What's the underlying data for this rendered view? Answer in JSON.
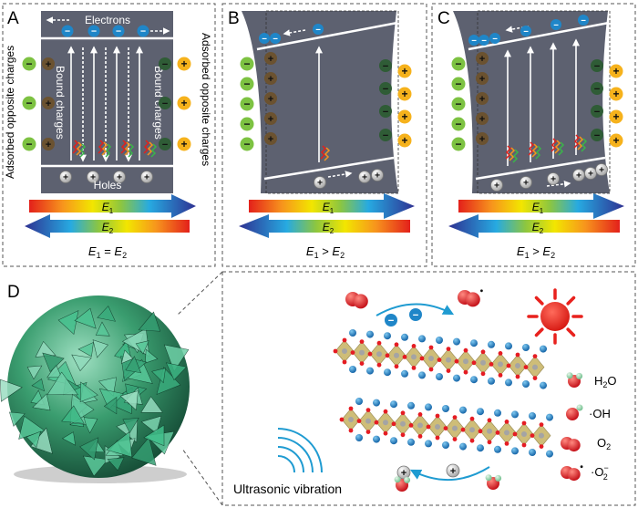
{
  "panels": {
    "a": {
      "letter": "A",
      "electrons": "Electrons",
      "holes": "Holes",
      "bound_left": "Bound charges",
      "bound_right": "Bound charges",
      "adsorbed_left": "Adsorbed opposite charges",
      "adsorbed_right": "Adsorbed opposite charges",
      "field1_base": "E",
      "field1_sub": "1",
      "field2_base": "E",
      "field2_sub": "2",
      "relation": {
        "a": "E",
        "a_sub": "1",
        "op": " = ",
        "b": "E",
        "b_sub": "2"
      }
    },
    "b": {
      "letter": "B",
      "field1_base": "E",
      "field1_sub": "1",
      "field2_base": "E",
      "field2_sub": "2",
      "relation": {
        "a": "E",
        "a_sub": "1",
        "op": " > ",
        "b": "E",
        "b_sub": "2"
      }
    },
    "c": {
      "letter": "C",
      "field1_base": "E",
      "field1_sub": "1",
      "field2_base": "E",
      "field2_sub": "2",
      "relation": {
        "a": "E",
        "a_sub": "1",
        "op": " > ",
        "b": "E",
        "b_sub": "2"
      }
    },
    "d": {
      "letter": "D",
      "ultrasonic": "Ultrasonic vibration",
      "legend": {
        "h2o": {
          "base": "H",
          "sub": "2",
          "rest": "O"
        },
        "oh": "·OH",
        "o2": {
          "base": "O",
          "sub": "2"
        },
        "o2r": {
          "base": "·O",
          "sub": "2",
          "sup": "−"
        }
      }
    }
  },
  "signs": {
    "minus": "−",
    "plus": "+"
  },
  "colors": {
    "plate": "#5d6170",
    "electron": "#1f86c8",
    "minus_green": "#7dc242",
    "plus_yellow": "#f6b21c",
    "bound_plus": "#6b5230",
    "bound_minus": "#2f5c36",
    "sun": "#e8211d",
    "oxygen": "#e51c23",
    "hydrogen": "#a7d5b5",
    "nanoflower": "#2f8f63"
  }
}
